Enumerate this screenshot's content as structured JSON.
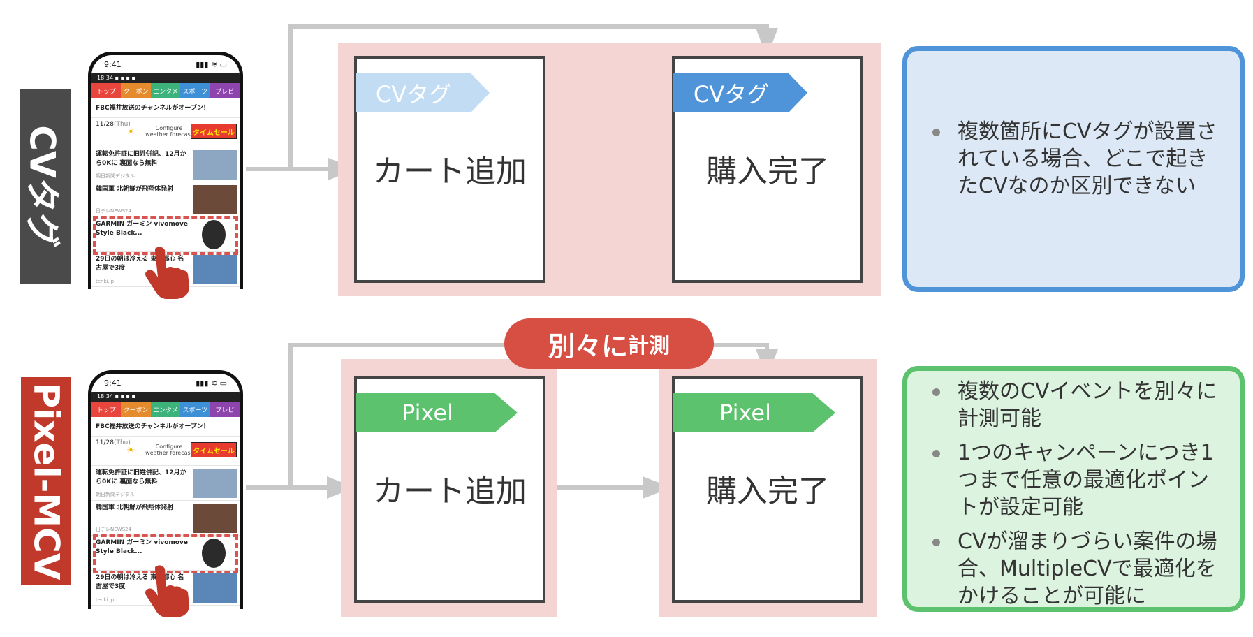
{
  "rows": [
    {
      "label": "CVタグ",
      "label_color": "#4a4a4a",
      "tag_label": "CVタグ",
      "tag_colors": [
        "#c2dcf4",
        "#4f93d8"
      ],
      "step1": "カート追加",
      "step2": "購入完了",
      "info_bg": "#dce8f5",
      "info_border": "#4f93d8",
      "bullets": [
        "複数箇所にCVタグが設置されている場合、どこで起きたCVなのか区別できない"
      ]
    },
    {
      "label": "Pixel-MCV",
      "label_color": "#c0392b",
      "tag_label": "Pixel",
      "tag_colors": [
        "#5cc26e",
        "#5cc26e"
      ],
      "step1": "カート追加",
      "step2": "購入完了",
      "info_bg": "#dcf3e0",
      "info_border": "#5cc26e",
      "bullets": [
        "複数のCVイベントを別々に計測可能",
        "1つのキャンペーンにつき1つまで任意の最適化ポイントが設定可能",
        "CVが溜まりづらい案件の場合、MultipleCVで最適化をかけることが可能に"
      ]
    }
  ],
  "separate_badge": {
    "main": "別々に",
    "small": "計測"
  },
  "phone": {
    "time": "9:41",
    "status_icons": "▮▮▮ ≋ ▭",
    "bar_text": "18:34 ▪ ▪ ▪ ▪",
    "tabs": [
      "トップ",
      "クーポン",
      "エンタメ",
      "スポーツ",
      "プレビ"
    ],
    "tab_colors": [
      "#e8453c",
      "#e68a2e",
      "#3bb37a",
      "#3d8fd6",
      "#8e44ad"
    ],
    "banner": "FBC福井放送のチャンネルがオープン！",
    "weather_date": "11/28",
    "weather_day": "(Thu)",
    "weather_text": "Configure weather forecast",
    "sale_label": "タイムセール",
    "news": [
      {
        "title": "運転免許証に旧姓併記、12月から0Kに 裏面なら無料",
        "source": "朝日新聞デジタル"
      },
      {
        "title": "韓国軍 北朝鮮が飛翔体発射",
        "source": "日テレNEWS24"
      },
      {
        "title": "GARMIN ガーミン vivomove Style Black...",
        "source": ""
      },
      {
        "title": "29日の朝は冷える 東京都心 名古屋で3度",
        "source": "tenki.jp"
      }
    ]
  }
}
